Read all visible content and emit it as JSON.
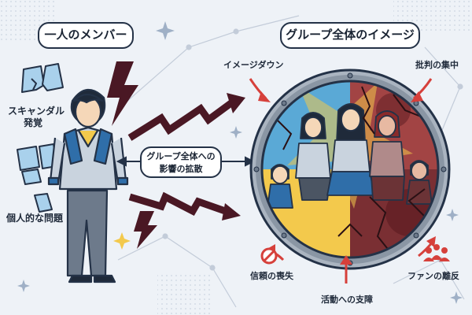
{
  "left": {
    "title": "一人のメンバー",
    "issue_scandal": "スキャンダル\n発覚",
    "issue_personal": "個人的な問題"
  },
  "middle": {
    "impact_line1": "グループ全体への",
    "impact_line2": "影響の拡散"
  },
  "right": {
    "title": "グループ全体のイメージ",
    "image_down": "イメージダウン",
    "criticism": "批判の集中",
    "loss_trust": "信頼の喪失",
    "activity_hindrance": "活動への支障",
    "fan_leave": "ファンの離反"
  },
  "colors": {
    "background": "#eef2f7",
    "outline": "#243247",
    "dark_red": "#4a1824",
    "accent_red": "#d6403b",
    "blue_segment": "#5aa9d6",
    "yellow_segment": "#f3c94c",
    "damaged_segment": "#8a3a3a"
  },
  "icons": [
    "broken-paper-icon",
    "lightning-icon",
    "star-icon",
    "crack-icon",
    "no-entry-icon",
    "people-icon"
  ]
}
